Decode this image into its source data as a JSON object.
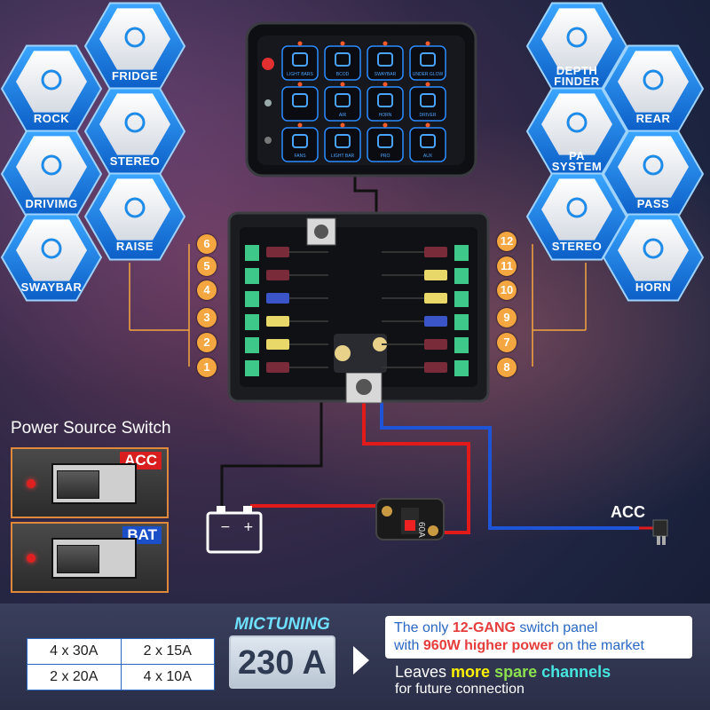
{
  "left_icons": [
    {
      "label": "FRIDGE",
      "icon": "snowflake-icon"
    },
    {
      "label": "ROCK",
      "icon": "rock-light-icon"
    },
    {
      "label": "STEREO",
      "icon": "warning-icon"
    },
    {
      "label": "DRIVIMG",
      "icon": "driving-lights-icon"
    },
    {
      "label": "RAISE",
      "icon": "raise-triangle-icon"
    },
    {
      "label": "SWAYBAR",
      "icon": "swaybar-icon"
    }
  ],
  "right_icons": [
    {
      "label1": "DEPTH",
      "label2": "FINDER",
      "icon": "depth-finder-icon"
    },
    {
      "label": "REAR",
      "icon": "rear-light-icon"
    },
    {
      "label1": "PA",
      "label2": "SYSTEM",
      "icon": "pa-system-icon"
    },
    {
      "label": "PASS",
      "icon": "seat-heater-icon"
    },
    {
      "label": "STEREO",
      "icon": "music-note-icon"
    },
    {
      "label": "HORN",
      "icon": "horn-icon"
    }
  ],
  "panel_buttons": [
    [
      "LIGHT BARS",
      "BCOD",
      "SWAYBAR",
      "UNDER GLOW"
    ],
    [
      "",
      "AIR",
      "HORN",
      "DRIVER"
    ],
    [
      "FANS",
      "LIGHT BAR",
      "PRO",
      "AUX"
    ]
  ],
  "fuse_numbers": {
    "left": [
      "6",
      "5",
      "4",
      "3",
      "2",
      "1"
    ],
    "right": [
      "12",
      "11",
      "10",
      "9",
      "7",
      "8"
    ]
  },
  "power_switch": {
    "title": "Power Source Switch",
    "acc": "ACC",
    "bat": "BAT"
  },
  "acc_label": "ACC",
  "breaker_label": "60A",
  "amp_table": [
    [
      "4 x 30A",
      "2 x 15A"
    ],
    [
      "2 x 20A",
      "4 x 10A"
    ]
  ],
  "brand": "MICTUNING",
  "total": "230 A",
  "claim": {
    "p1": "The only ",
    "p2": "12-GANG",
    "p3": " switch panel",
    "p4": "with ",
    "p5": "960W higher power",
    "p6": " on the market"
  },
  "spare": {
    "p1": "Leaves ",
    "p2": "more",
    "p3": "spare",
    "p4": "channels",
    "p5": "for future connection"
  },
  "colors": {
    "hex_blue": "#1f8be8",
    "badge": "#f4a640",
    "wire_red": "#e21a1a",
    "wire_blue": "#1e55d8",
    "led_blue": "#2a8cff"
  }
}
